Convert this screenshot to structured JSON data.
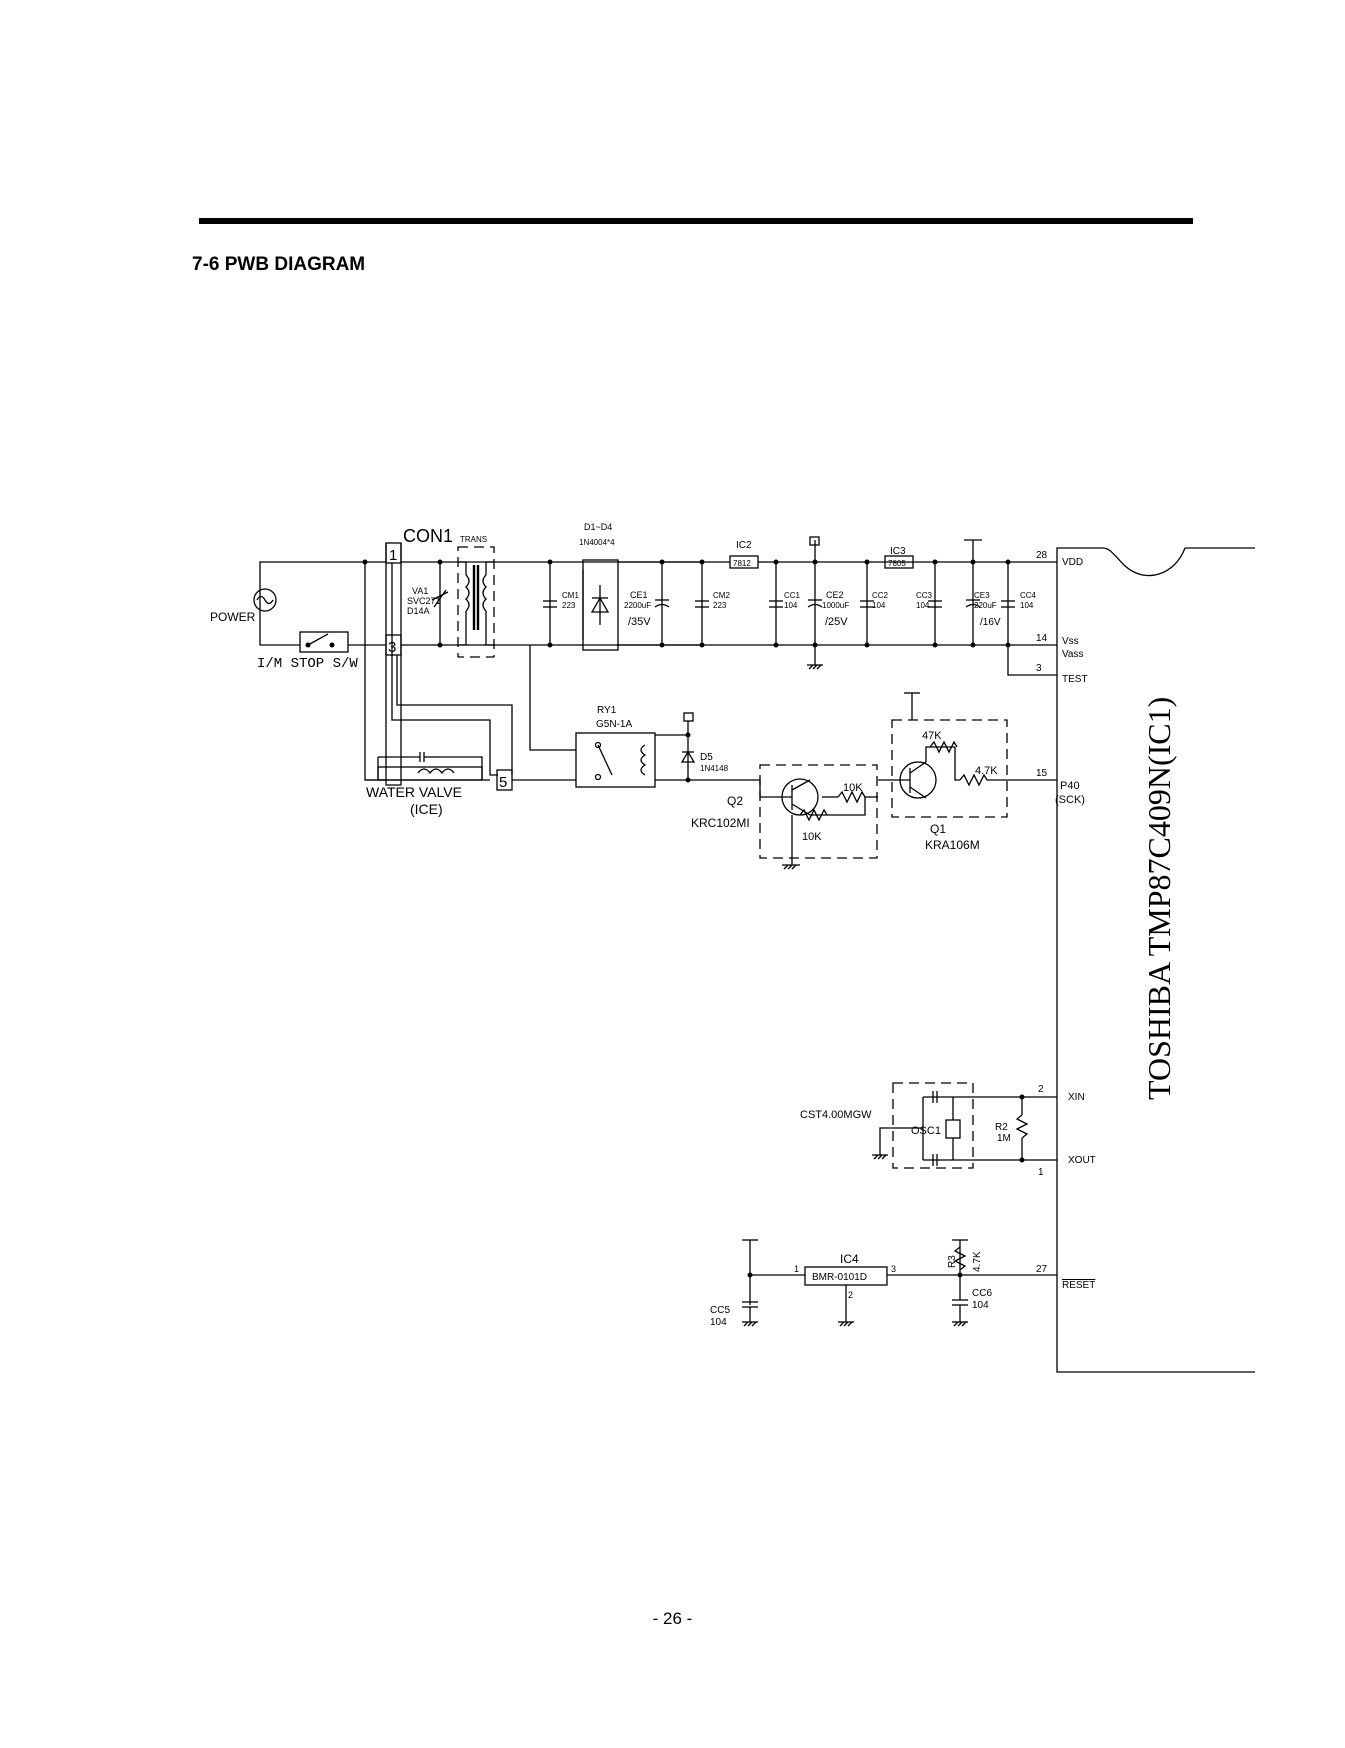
{
  "section_title": "7-6 PWB DIAGRAM",
  "page_number": "- 26 -",
  "schematic": {
    "power": "POWER",
    "stop_switch": "I/M STOP S/W",
    "con1": "CON1",
    "con1_pin1": "1",
    "con1_pin3": "3",
    "con1_pin5": "5",
    "trans": "TRANS",
    "va1": "VA1",
    "va1_part": "SVC271",
    "va1_code": "D14A",
    "diodes": "D1~D4",
    "diodes_part": "1N4004*4",
    "cm1": "CM1",
    "cm1_val": "223",
    "ce1": "CE1",
    "ce1_cap": "2200uF",
    "ce1_volt": "/35V",
    "cm2": "CM2",
    "cm2_val": "223",
    "ic2": "IC2",
    "ic2_part": "7812",
    "cc1": "CC1",
    "cc1_val": "104",
    "ce2": "CE2",
    "ce2_cap": "1000uF",
    "ce2_volt": "/25V",
    "cc2": "CC2",
    "cc2_val": "104",
    "ic3": "IC3",
    "ic3_part": "7805",
    "cc3": "CC3",
    "cc3_val": "104",
    "ce3": "CE3",
    "ce3_cap": "220uF",
    "ce3_volt": "/16V",
    "cc4": "CC4",
    "cc4_val": "104",
    "pin28": "28",
    "vdd": "VDD",
    "pin14": "14",
    "vss": "Vss",
    "vass": "Vass",
    "pin3": "3",
    "test": "TEST",
    "ry1": "RY1",
    "ry1_part": "G5N-1A",
    "d5": "D5",
    "d5_part": "1N4148",
    "water_valve": "WATER VALVE",
    "water_valve_sub": "(ICE)",
    "q2": "Q2",
    "q2_part": "KRC102MI",
    "r_10k_a": "10K",
    "r_10k_b": "10K",
    "r_47k": "47K",
    "r_4_7k": "4.7K",
    "q1": "Q1",
    "q1_part": "KRA106M",
    "pin15": "15",
    "p40": "P40",
    "sck": "(SCK)",
    "ic1_name": "TOSHIBA TMP87C409N(IC1)",
    "osc_part": "CST4.00MGW",
    "osc1": "OSC1",
    "r2": "R2",
    "r2_val": "1M",
    "pin2": "2",
    "xin": "XIN",
    "xout": "XOUT",
    "pin1": "1",
    "ic4": "IC4",
    "ic4_part": "BMR-0101D",
    "ic4_pin1": "1",
    "ic4_pin2": "2",
    "ic4_pin3": "3",
    "r3": "R3",
    "r3_val": "4.7K",
    "cc6": "CC6",
    "cc6_val": "104",
    "cc5": "CC5",
    "cc5_val": "104",
    "pin27": "27",
    "reset": "RESET"
  }
}
